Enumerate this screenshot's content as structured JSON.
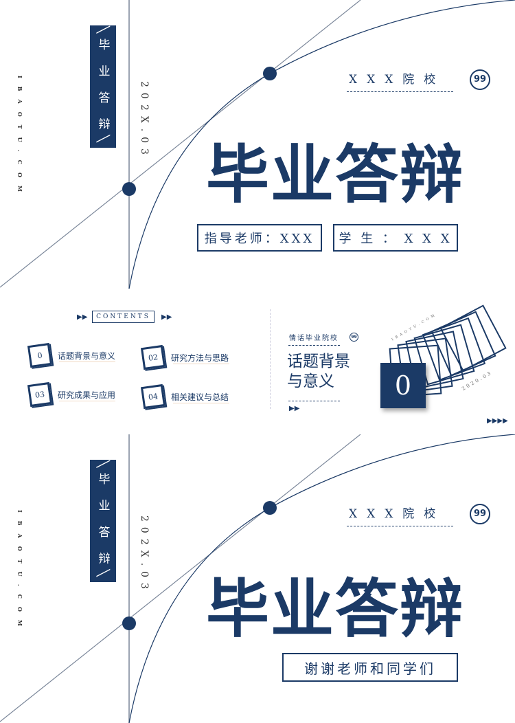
{
  "cover": {
    "vertical_title": "╲毕 业 答 辩╲",
    "date": "202X.03",
    "site": "IBAOTU.COM",
    "school": "XXX院校",
    "title": "毕业答辩",
    "advisor": "指导老师：XXX",
    "student": "学 生 ： X X X"
  },
  "contents": {
    "heading": "CONTENTS",
    "items": [
      {
        "num": "0",
        "label": "话题背景与意义"
      },
      {
        "num": "02",
        "label": "研究方法与思路"
      },
      {
        "num": "03",
        "label": "研究成果与应用"
      },
      {
        "num": "04",
        "label": "相关建议与总结"
      }
    ],
    "section": {
      "school": "情话毕业院校",
      "title_line1": "话题背景",
      "title_line2": "与意义",
      "number": "0",
      "site": "IBAOTU.COM",
      "date": "2020.03"
    }
  },
  "ending": {
    "vertical_title": "╲毕 业 答 辩╲",
    "date": "202X.03",
    "site": "IBAOTU.COM",
    "school": "XXX院校",
    "title": "毕业答辩",
    "thanks": "谢谢老师和同学们"
  },
  "colors": {
    "navy": "#1b3a66",
    "accent": "#e8a070"
  }
}
